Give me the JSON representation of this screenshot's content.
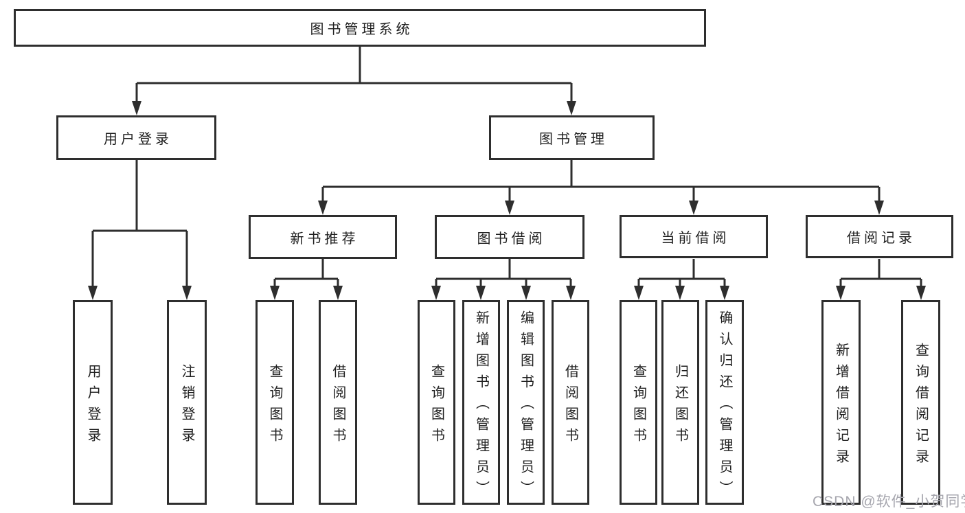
{
  "tree": {
    "root": {
      "label": "图书管理系统"
    },
    "level2": [
      {
        "label": "用户登录"
      },
      {
        "label": "图书管理"
      }
    ],
    "level3": [
      {
        "label": "新书推荐",
        "parent": "图书管理"
      },
      {
        "label": "图书借阅",
        "parent": "图书管理"
      },
      {
        "label": "当前借阅",
        "parent": "图书管理"
      },
      {
        "label": "借阅记录",
        "parent": "图书管理"
      }
    ],
    "leaves": [
      {
        "label": "用户登录",
        "parent": "用户登录"
      },
      {
        "label": "注销登录",
        "parent": "用户登录"
      },
      {
        "label": "查询图书",
        "parent": "新书推荐"
      },
      {
        "label": "借阅图书",
        "parent": "新书推荐"
      },
      {
        "label": "查询图书",
        "parent": "图书借阅"
      },
      {
        "label": "新增图书（管理员）",
        "parent": "图书借阅"
      },
      {
        "label": "编辑图书（管理员）",
        "parent": "图书借阅"
      },
      {
        "label": "借阅图书",
        "parent": "图书借阅"
      },
      {
        "label": "查询图书",
        "parent": "当前借阅"
      },
      {
        "label": "归还图书",
        "parent": "当前借阅"
      },
      {
        "label": "确认归还（管理员）",
        "parent": "当前借阅"
      },
      {
        "label": "新增借阅记录",
        "parent": "借阅记录"
      },
      {
        "label": "查询借阅记录",
        "parent": "借阅记录"
      }
    ]
  },
  "watermark": {
    "text": "CSDN @软件_小贺同学"
  },
  "colors": {
    "line": "#2e2e2e",
    "box_border": "#2e2e2e",
    "box_fill": "#ffffff",
    "text": "#1f1f1f",
    "watermark": "#a6a6ae"
  }
}
